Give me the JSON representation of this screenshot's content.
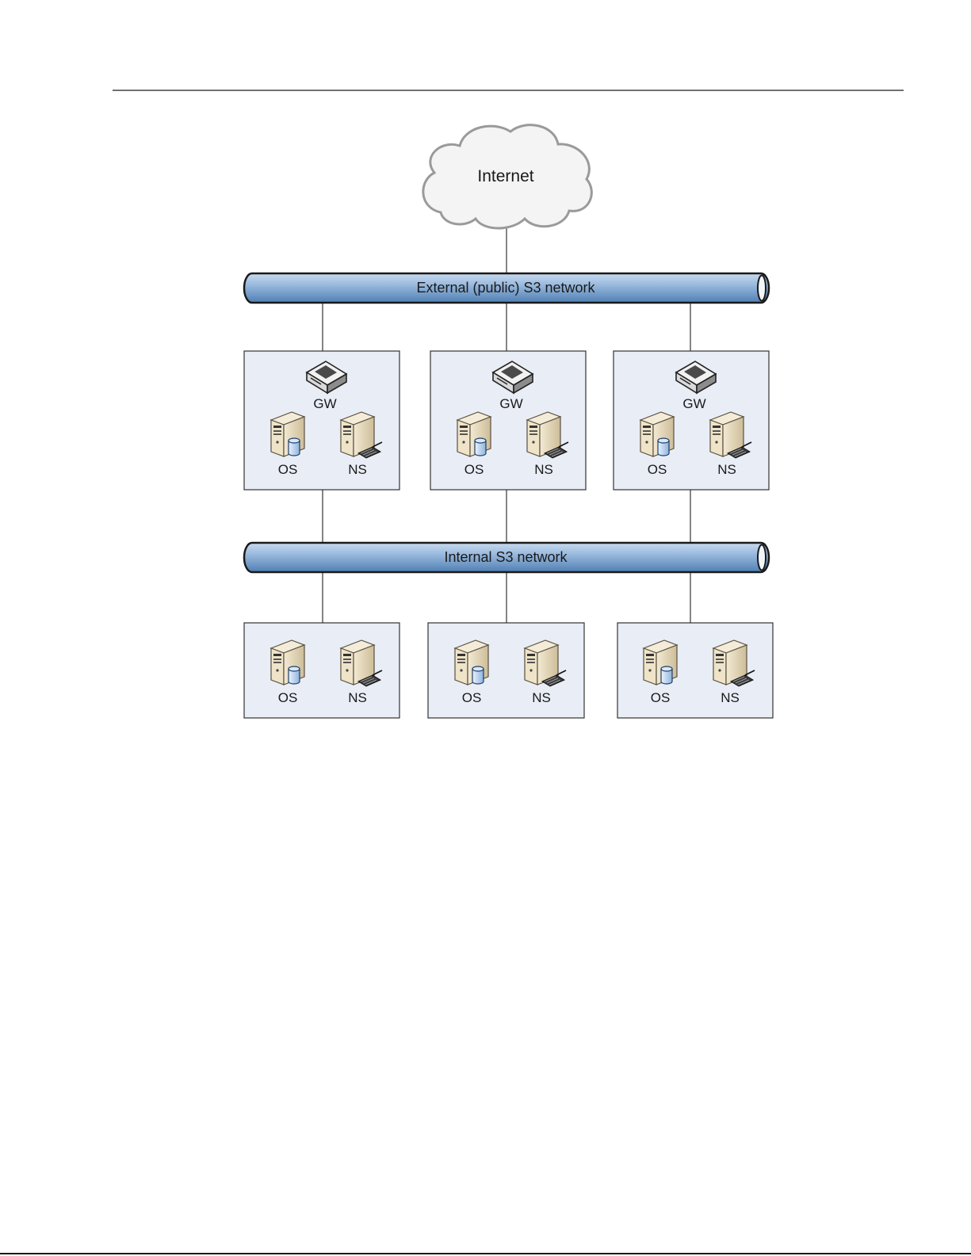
{
  "diagram": {
    "cloud_label": "Internet",
    "external_network_label": "External (public) S3 network",
    "internal_network_label": "Internal S3 network",
    "gateway_label": "GW",
    "object_server_label": "OS",
    "name_server_label": "NS"
  },
  "colors": {
    "pipe_fill": "#8eb0d6",
    "pipe_dark": "#4a78aa",
    "box_fill": "#e8edf6",
    "server_body": "#e8dcc0",
    "line": "#333333"
  },
  "icons": {
    "cloud": "cloud-icon",
    "gateway": "gateway-device-icon",
    "object_server": "server-database-icon",
    "name_server": "server-keyboard-icon",
    "network": "network-pipe-icon"
  }
}
